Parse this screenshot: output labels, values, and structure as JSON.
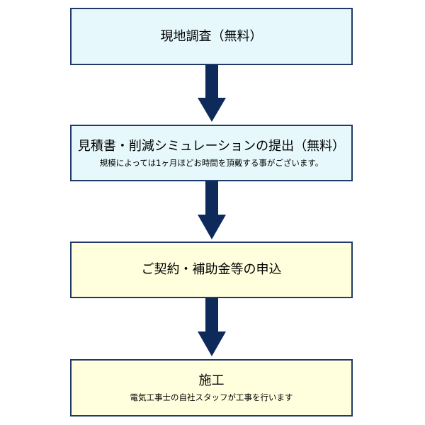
{
  "colors": {
    "border": "#1f3a68",
    "arrow": "#0d2a5a",
    "blue_box": "#e7f8fc",
    "yellow_box": "#ffffdd"
  },
  "steps": [
    {
      "title": "現地調査（無料）",
      "sub": ""
    },
    {
      "title": "見積書・削減シミュレーションの提出（無料）",
      "sub": "規模によっては1ヶ月ほどお時間を頂戴する事がございます。"
    },
    {
      "title": "ご契約・補助金等の申込",
      "sub": ""
    },
    {
      "title": "施工",
      "sub": "電気工事士の自社スタッフが工事を行います"
    }
  ]
}
